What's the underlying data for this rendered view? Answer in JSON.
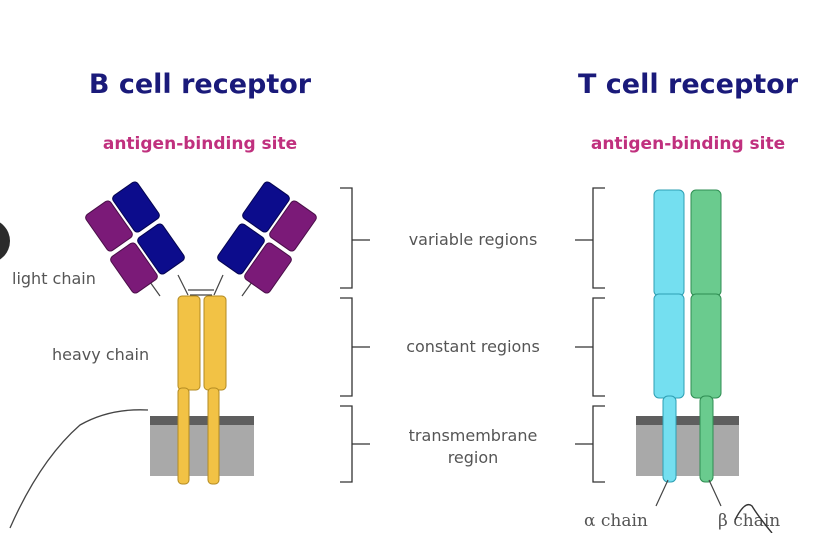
{
  "bcr": {
    "title": "B cell receptor",
    "site": "antigen-binding site",
    "light_chain": "light chain",
    "heavy_chain": "heavy chain"
  },
  "tcr": {
    "title": "T cell receptor",
    "site": "antigen-binding site",
    "alpha_chain": "α chain",
    "beta_chain": "β chain"
  },
  "regions": {
    "variable": "variable regions",
    "constant": "constant regions",
    "transmembrane_line1": "transmembrane",
    "transmembrane_line2": "region"
  },
  "colors": {
    "title": "#1a1a7a",
    "site": "#c0307e",
    "heavy_chain": "#f2c245",
    "light_constant": "#7b1a78",
    "heavy_variable": "#0c0c8c",
    "alpha_chain": "#74dff0",
    "beta_chain": "#6acb8e",
    "membrane": "#a9a9a9",
    "membrane_top": "#5e5e5e",
    "label": "#555555"
  }
}
